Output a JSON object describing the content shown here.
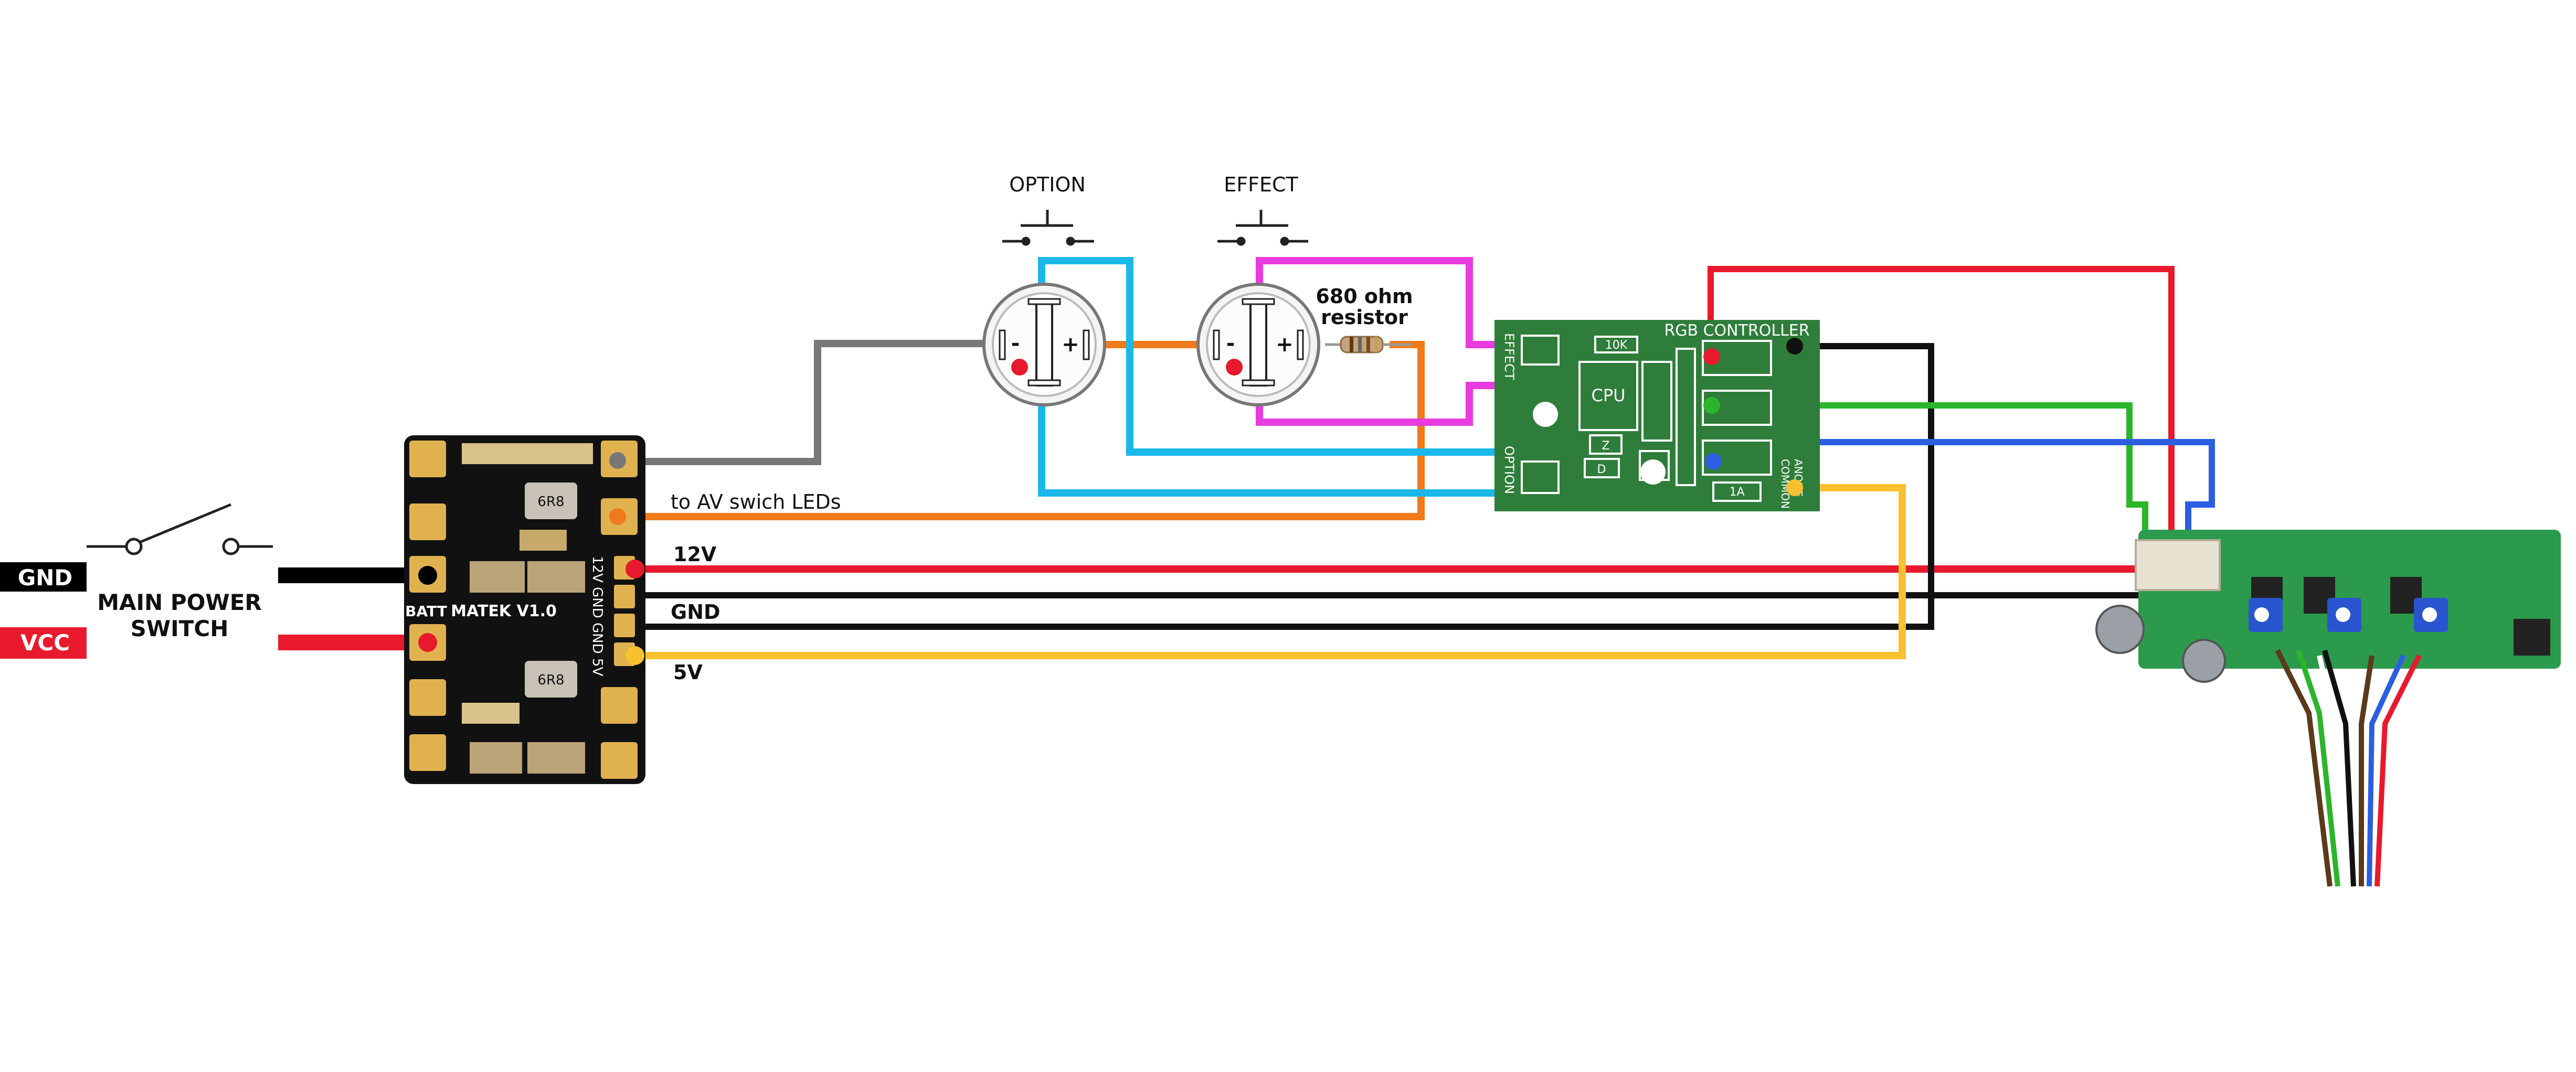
{
  "labels": {
    "gnd_tag": "GND",
    "vcc_tag": "VCC",
    "main_switch_line1": "MAIN POWER",
    "main_switch_line2": "SWITCH",
    "option_button": "OPTION",
    "effect_button": "EFFECT",
    "resistor_line1": "680 ohm",
    "resistor_line2": "resistor",
    "av_leds": "to AV swich LEDs",
    "v12": "12V",
    "gnd_wire": "GND",
    "v5": "5V"
  },
  "matek": {
    "name": "MATEK V1.0",
    "batt": "BATT",
    "pins": "12V GND GND 5V",
    "inductor": "6R8"
  },
  "rgb_board": {
    "title": "RGB CONTROLLER",
    "cpu": "CPU",
    "effect": "EFFECT",
    "option": "OPTION",
    "r10k": "10K",
    "z": "Z",
    "d": "D",
    "a1": "1A",
    "common_anode_1": "COMMON",
    "common_anode_2": "ANODE"
  },
  "button_signs": {
    "minus": "-",
    "plus": "+"
  },
  "colors": {
    "red": "#e8192c",
    "black": "#111111",
    "orange": "#f07a1a",
    "grey": "#777777",
    "cyan": "#1ab8ea",
    "magenta": "#e83be0",
    "green": "#2bb52b",
    "blue": "#2b5fe0",
    "yellow": "#f7c12f",
    "pcb_green": "#2f7d3a"
  }
}
